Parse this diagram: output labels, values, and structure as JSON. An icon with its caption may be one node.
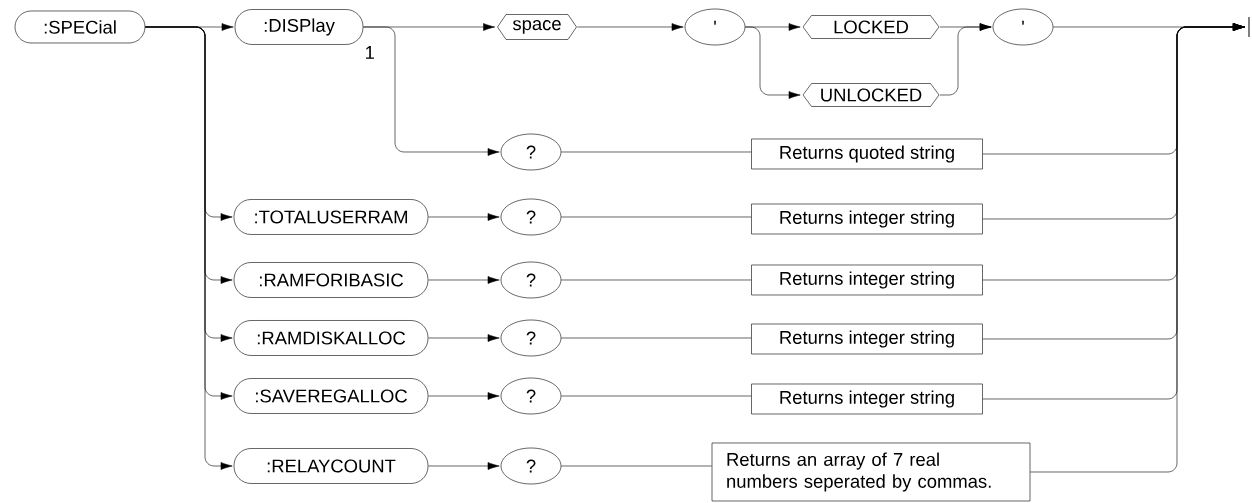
{
  "diagram": {
    "nodes": [
      {
        "text": [
          ":SPECial"
        ]
      },
      {
        "text": [
          ":DISPlay"
        ],
        "beside": [
          "1"
        ]
      },
      {
        "text": [
          "space"
        ]
      },
      {
        "text": [
          "'"
        ]
      },
      {
        "text": [
          "LOCKED"
        ]
      },
      {
        "text": [
          "UNLOCKED"
        ]
      },
      {
        "text": [
          "'"
        ]
      },
      {
        "text": [
          "?"
        ]
      },
      {
        "text": [
          "Returns quoted string"
        ]
      },
      {
        "text": [
          ":TOTALUSERRAM"
        ]
      },
      {
        "text": [
          "?"
        ]
      },
      {
        "text": [
          "Returns integer string"
        ]
      },
      {
        "text": [
          ":RAMFORIBASIC"
        ]
      },
      {
        "text": [
          "?"
        ]
      },
      {
        "text": [
          "Returns integer string"
        ]
      },
      {
        "text": [
          ":RAMDISKALLOC"
        ]
      },
      {
        "text": [
          "?"
        ]
      },
      {
        "text": [
          "Returns integer string"
        ]
      },
      {
        "text": [
          ":SAVEREGALLOC"
        ]
      },
      {
        "text": [
          "?"
        ]
      },
      {
        "text": [
          "Returns integer string"
        ]
      },
      {
        "text": [
          ":RELAYCOUNT"
        ]
      },
      {
        "text": [
          "?"
        ]
      },
      {
        "text": [
          "Returns an array of 7 real numbers seperated by commas."
        ]
      }
    ],
    "edges": [
      {
        "from": 0,
        "to": 1,
        "arrow": "to"
      },
      {
        "from": 0,
        "to": 9,
        "arrow": "to"
      },
      {
        "from": 0,
        "to": 12,
        "arrow": "to"
      },
      {
        "from": 0,
        "to": 15,
        "arrow": "to"
      },
      {
        "from": 0,
        "to": 18,
        "arrow": "to"
      },
      {
        "from": 0,
        "to": 21,
        "arrow": "to"
      },
      {
        "from": 1,
        "to": 2,
        "arrow": "to"
      },
      {
        "from": 1,
        "to": 7,
        "arrow": "to"
      },
      {
        "from": 2,
        "to": 3,
        "arrow": "to"
      },
      {
        "from": 3,
        "to": 4,
        "arrow": "to"
      },
      {
        "from": 3,
        "to": 5,
        "arrow": "to"
      },
      {
        "from": 4,
        "to": 6,
        "arrow": "to"
      },
      {
        "from": 5,
        "to": 6,
        "arrow": "to"
      },
      {
        "from": 6,
        "to": null,
        "arrow": "to"
      },
      {
        "from": 7,
        "to": 8,
        "arrow": "none"
      },
      {
        "from": 8,
        "to": null,
        "arrow": "to"
      },
      {
        "from": 9,
        "to": 10,
        "arrow": "to"
      },
      {
        "from": 10,
        "to": 11,
        "arrow": "none"
      },
      {
        "from": 11,
        "to": null,
        "arrow": "to"
      },
      {
        "from": 12,
        "to": 13,
        "arrow": "to"
      },
      {
        "from": 13,
        "to": 14,
        "arrow": "none"
      },
      {
        "from": 14,
        "to": null,
        "arrow": "to"
      },
      {
        "from": 15,
        "to": 16,
        "arrow": "to"
      },
      {
        "from": 16,
        "to": 17,
        "arrow": "none"
      },
      {
        "from": 17,
        "to": null,
        "arrow": "to"
      },
      {
        "from": 18,
        "to": 19,
        "arrow": "to"
      },
      {
        "from": 19,
        "to": 20,
        "arrow": "none"
      },
      {
        "from": 20,
        "to": null,
        "arrow": "to"
      },
      {
        "from": 21,
        "to": 22,
        "arrow": "to"
      },
      {
        "from": 22,
        "to": 23,
        "arrow": "none"
      },
      {
        "from": 23,
        "to": null,
        "arrow": "to"
      }
    ]
  }
}
